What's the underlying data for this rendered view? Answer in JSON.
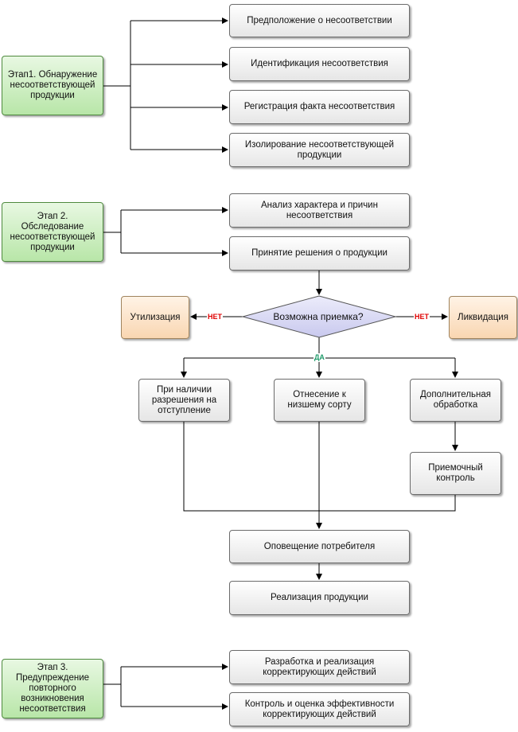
{
  "stage1": {
    "title": "Этап1. Обнаружение несоответствующей продукции",
    "steps": [
      "Предположение о несоответствии",
      "Идентификация несоответствия",
      "Регистрация факта несоответствия",
      "Изолирование несоответствующей продукции"
    ]
  },
  "stage2": {
    "title": "Этап 2. Обследование несоответствующей продукции",
    "steps": [
      "Анализ характера и причин несоответствия",
      "Принятие решения о продукции"
    ],
    "decision": "Возможна приемка?",
    "no_label": "НЕТ",
    "yes_label": "ДА",
    "left_outcome": "Утилизация",
    "right_outcome": "Ликвидация",
    "branches": [
      "При наличии разрешения на отступление",
      "Отнесение к низшему сорту",
      "Дополнительная обработка"
    ],
    "acceptance_control": "Приемочный контроль",
    "notify": "Оповещение потребителя",
    "sale": "Реализация продукции"
  },
  "stage3": {
    "title": "Этап 3. Предупреждение повторного возникновения несоответствия",
    "steps": [
      "Разработка и реализация корректирующих действий",
      "Контроль и оценка эффективности корректирующих действий"
    ]
  },
  "colors": {
    "stage_fill": "#b8e6a8",
    "outcome_fill": "#f9d6b1",
    "decision_fill": "#d8d8f4",
    "no_color": "#e00000",
    "yes_color": "#1f9a6a"
  }
}
